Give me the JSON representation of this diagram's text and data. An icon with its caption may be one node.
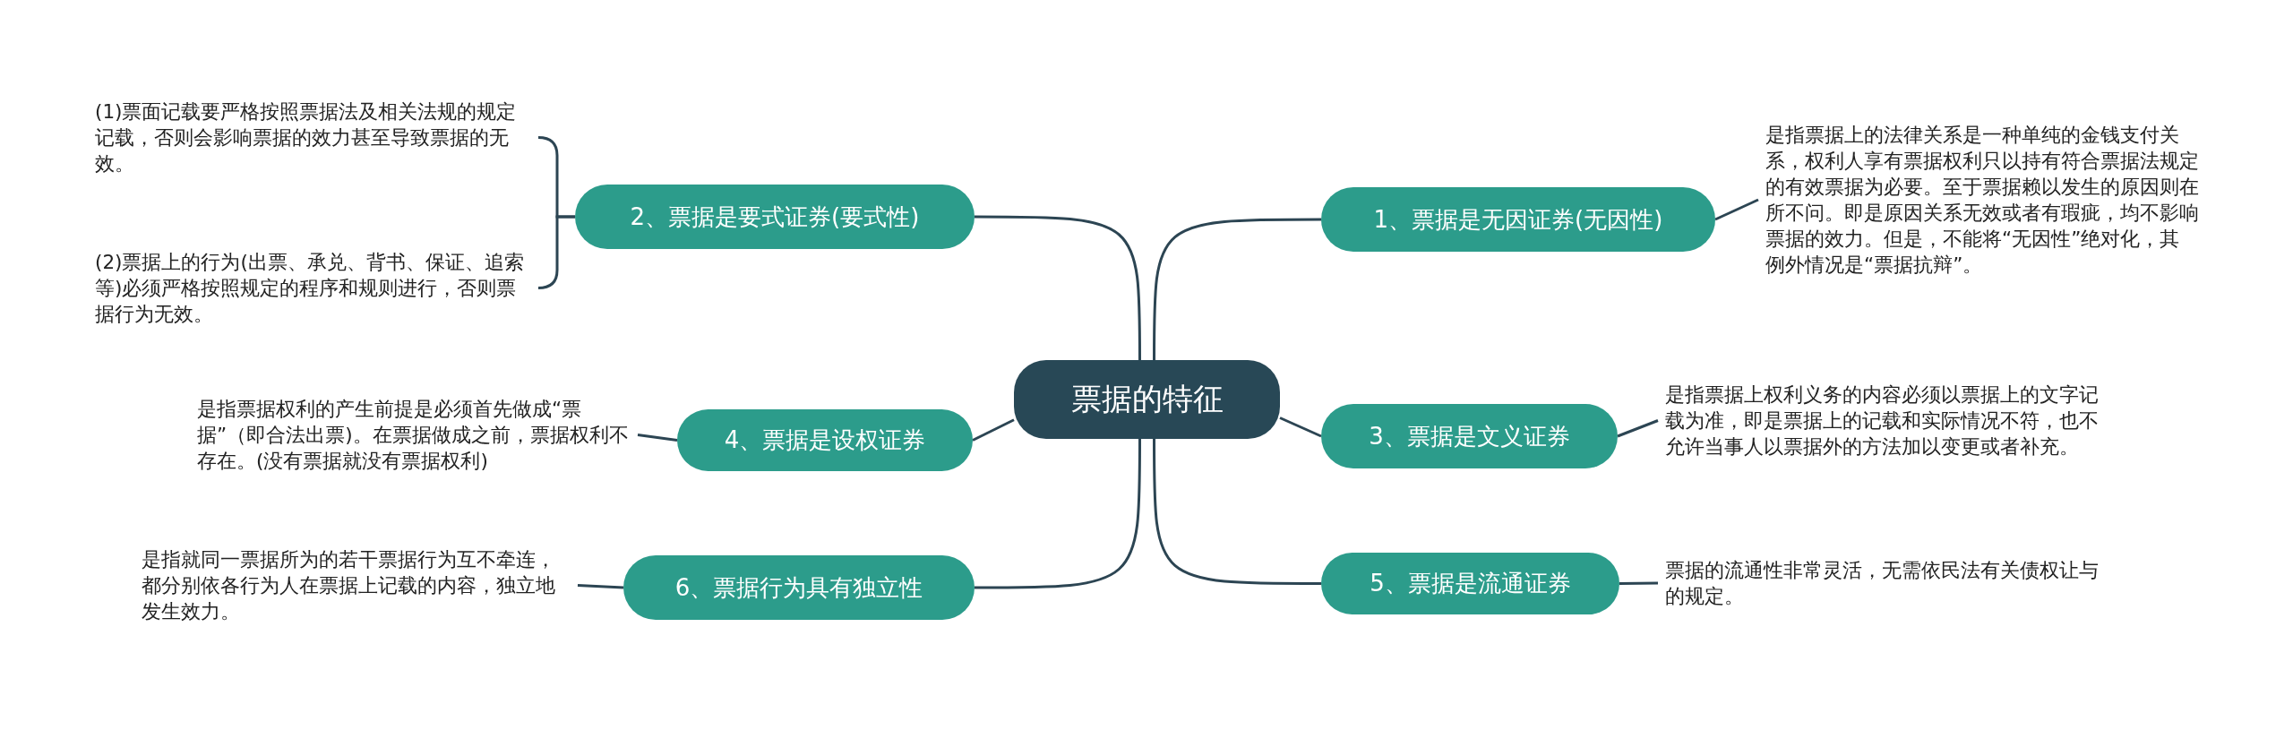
{
  "diagram": {
    "nodes": [
      {
        "text": [
          "票据的特征"
        ]
      },
      {
        "text": [
          "1、票据是无因证券(无因性)"
        ]
      },
      {
        "text": [
          "是指票据上的法律关系是一种单纯的金钱支付关系，权利人享有票据权利只以持有符合票据法规定的有效票据为必要。至于票据赖以发生的原因则在所不问。即是原因关系无效或者有瑕疵，均不影响票据的效力。但是，不能将“无因性”绝对化，其例外情况是“票据抗辩”。"
        ]
      },
      {
        "text": [
          "2、票据是要式证券(要式性)"
        ]
      },
      {
        "text": [
          "(1)票面记载要严格按照票据法及相关法规的规定记载，否则会影响票据的效力甚至导致票据的无效。"
        ]
      },
      {
        "text": [
          "(2)票据上的行为(出票、承兑、背书、保证、追索等)必须严格按照规定的程序和规则进行，否则票据行为无效。"
        ]
      },
      {
        "text": [
          "3、票据是文义证券"
        ]
      },
      {
        "text": [
          "是指票据上权利义务的内容必须以票据上的文字记载为准，即是票据上的记载和实际情况不符，也不允许当事人以票据外的方法加以变更或者补充。"
        ]
      },
      {
        "text": [
          "4、票据是设权证券"
        ]
      },
      {
        "text": [
          "是指票据权利的产生前提是必须首先做成“票据”（即合法出票)。在票据做成之前，票据权利不存在。(没有票据就没有票据权利)"
        ]
      },
      {
        "text": [
          "5、票据是流通证券"
        ]
      },
      {
        "text": [
          "票据的流通性非常灵活，无需依民法有关债权让与的规定。"
        ]
      },
      {
        "text": [
          "6、票据行为具有独立性"
        ]
      },
      {
        "text": [
          "是指就同一票据所为的若干票据行为互不牵连，都分别依各行为人在票据上记载的内容，独立地发生效力。"
        ]
      }
    ],
    "edges": [
      {
        "from": 0,
        "to": 1,
        "arrow": "none"
      },
      {
        "from": 1,
        "to": 2,
        "arrow": "none"
      },
      {
        "from": 0,
        "to": 3,
        "arrow": "none"
      },
      {
        "from": 3,
        "to": 4,
        "arrow": "none"
      },
      {
        "from": 3,
        "to": 5,
        "arrow": "none"
      },
      {
        "from": 0,
        "to": 6,
        "arrow": "none"
      },
      {
        "from": 6,
        "to": 7,
        "arrow": "none"
      },
      {
        "from": 0,
        "to": 8,
        "arrow": "none"
      },
      {
        "from": 8,
        "to": 9,
        "arrow": "none"
      },
      {
        "from": 0,
        "to": 10,
        "arrow": "none"
      },
      {
        "from": 10,
        "to": 11,
        "arrow": "none"
      },
      {
        "from": 0,
        "to": 12,
        "arrow": "none"
      },
      {
        "from": 12,
        "to": 13,
        "arrow": "none"
      }
    ]
  }
}
